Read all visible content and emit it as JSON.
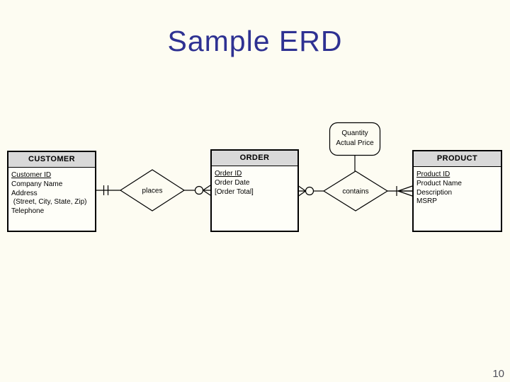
{
  "slide": {
    "title": "Sample ERD",
    "page_number": "10"
  },
  "colors": {
    "title_text": "#2e3192",
    "slide_background": "#fdfcf2",
    "entity_header_background": "#d9d9d9",
    "entity_fill": "#fefef8",
    "diagram_stroke": "#000000",
    "page_number_text": "#50505a"
  },
  "diagram": {
    "entities": [
      {
        "name": "CUSTOMER",
        "attributes": [
          "Customer ID",
          "Company Name",
          "Address",
          " (Street, City, State, Zip)",
          "Telephone"
        ]
      },
      {
        "name": "ORDER",
        "attributes": [
          "Order ID",
          "Order Date",
          "[Order Total]"
        ]
      },
      {
        "name": "PRODUCT",
        "attributes": [
          "Product ID",
          "Product Name",
          "Description",
          "MSRP"
        ]
      }
    ],
    "relationships": [
      {
        "label": "places",
        "from_entity": "CUSTOMER",
        "to_entity": "ORDER",
        "from_cardinality_icon": "one-and-only-one",
        "to_cardinality_icon": "zero-or-many"
      },
      {
        "label": "contains",
        "from_entity": "ORDER",
        "to_entity": "PRODUCT",
        "from_cardinality_icon": "zero-or-many",
        "to_cardinality_icon": "one-or-many"
      }
    ],
    "attribute_node": {
      "line1": "Quantity",
      "line2": "Actual Price",
      "attached_to": "contains"
    }
  }
}
